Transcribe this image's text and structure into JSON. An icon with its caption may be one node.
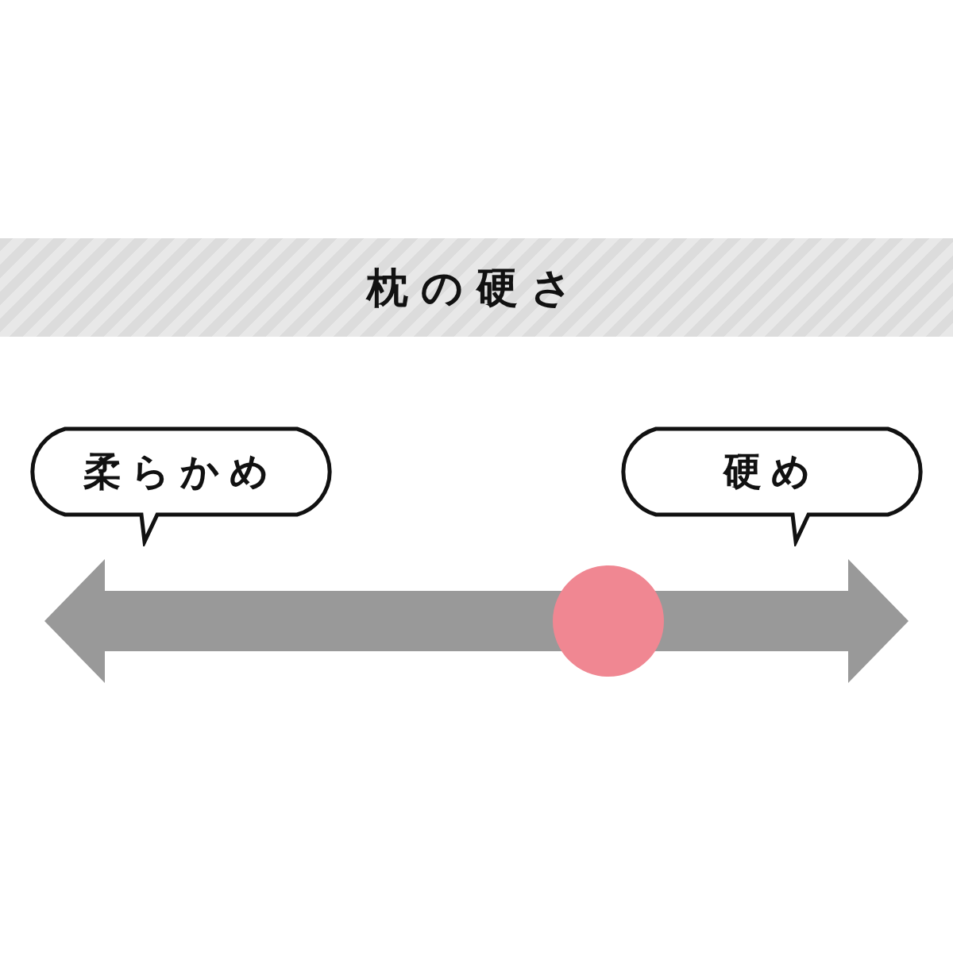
{
  "diagram": {
    "title": "枕の硬さ",
    "nodes": [
      {
        "text": [
          "柔らかめ"
        ]
      },
      {
        "text": [
          "硬め"
        ]
      }
    ]
  }
}
